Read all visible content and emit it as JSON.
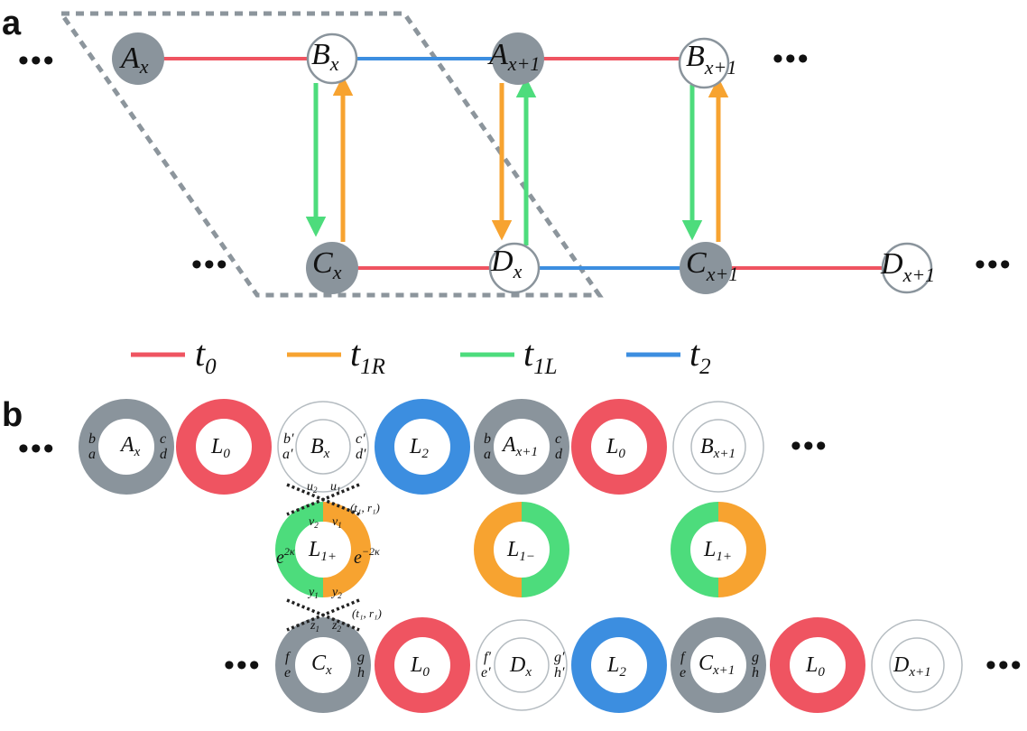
{
  "panels": {
    "a": "a",
    "b": "b"
  },
  "colors": {
    "t0": "#ef5461",
    "t1R": "#f7a330",
    "t1L": "#4ddc7c",
    "t2": "#3c8ee0",
    "node_gray": "#8a949c",
    "dashed": "#8c959c"
  },
  "ellipsis": "•••",
  "legend": [
    {
      "key": "t0",
      "base": "t",
      "sub": "0"
    },
    {
      "key": "t1R",
      "base": "t",
      "sub": "1R"
    },
    {
      "key": "t1L",
      "base": "t",
      "sub": "1L"
    },
    {
      "key": "t2",
      "base": "t",
      "sub": "2"
    }
  ],
  "nodes_a": [
    {
      "id": "Ax",
      "base": "A",
      "sub": "x",
      "fill": "gray"
    },
    {
      "id": "Bx",
      "base": "B",
      "sub": "x",
      "fill": "white"
    },
    {
      "id": "Ax1",
      "base": "A",
      "sub": "x+1",
      "fill": "gray"
    },
    {
      "id": "Bx1",
      "base": "B",
      "sub": "x+1",
      "fill": "white"
    },
    {
      "id": "Cx",
      "base": "C",
      "sub": "x",
      "fill": "gray"
    },
    {
      "id": "Dx",
      "base": "D",
      "sub": "x",
      "fill": "white"
    },
    {
      "id": "Cx1",
      "base": "C",
      "sub": "x+1",
      "fill": "gray"
    },
    {
      "id": "Dx1",
      "base": "D",
      "sub": "x+1",
      "fill": "white"
    }
  ],
  "rings_b_top": [
    {
      "id": "Ax",
      "base": "A",
      "sub": "x",
      "ring": "gray",
      "left": [
        "b",
        "a"
      ],
      "right": [
        "c",
        "d"
      ]
    },
    {
      "id": "L0a",
      "base": "L",
      "sub": "0",
      "ring": "t0"
    },
    {
      "id": "Bx",
      "base": "B",
      "sub": "x",
      "ring": "white",
      "left": [
        "b′",
        "a′"
      ],
      "right": [
        "c′",
        "d′"
      ]
    },
    {
      "id": "L2a",
      "base": "L",
      "sub": "2",
      "ring": "t2"
    },
    {
      "id": "Ax1",
      "base": "A",
      "sub": "x+1",
      "ring": "gray",
      "left": [
        "b",
        "a"
      ],
      "right": [
        "c",
        "d"
      ]
    },
    {
      "id": "L0b",
      "base": "L",
      "sub": "0",
      "ring": "t0"
    },
    {
      "id": "Bx1",
      "base": "B",
      "sub": "x+1",
      "ring": "white"
    }
  ],
  "rings_b_mid": [
    {
      "id": "L1p_a",
      "base": "L",
      "sub": "1+",
      "left_color": "t1L",
      "right_color": "t1R"
    },
    {
      "id": "L1m",
      "base": "L",
      "sub": "1−",
      "left_color": "t1R",
      "right_color": "t1L"
    },
    {
      "id": "L1p_b",
      "base": "L",
      "sub": "1+",
      "left_color": "t1L",
      "right_color": "t1R"
    }
  ],
  "rings_b_bot": [
    {
      "id": "Cx",
      "base": "C",
      "sub": "x",
      "ring": "gray",
      "left": [
        "f",
        "e"
      ],
      "right": [
        "g",
        "h"
      ]
    },
    {
      "id": "L0c",
      "base": "L",
      "sub": "0",
      "ring": "t0"
    },
    {
      "id": "Dx",
      "base": "D",
      "sub": "x",
      "ring": "white",
      "left": [
        "f′",
        "e′"
      ],
      "right": [
        "g′",
        "h′"
      ]
    },
    {
      "id": "L2b",
      "base": "L",
      "sub": "2",
      "ring": "t2"
    },
    {
      "id": "Cx1",
      "base": "C",
      "sub": "x+1",
      "ring": "gray",
      "left": [
        "f",
        "e"
      ],
      "right": [
        "g",
        "h"
      ]
    },
    {
      "id": "L0d",
      "base": "L",
      "sub": "0",
      "ring": "t0"
    },
    {
      "id": "Dx1",
      "base": "D",
      "sub": "x+1",
      "ring": "white"
    }
  ],
  "junction_labels": {
    "u2": {
      "base": "u",
      "sub": "2"
    },
    "u1": {
      "base": "u",
      "sub": "1"
    },
    "v2": {
      "base": "v",
      "sub": "2"
    },
    "v1": {
      "base": "v",
      "sub": "1"
    },
    "y1": {
      "base": "y",
      "sub": "1"
    },
    "y2": {
      "base": "y",
      "sub": "2"
    },
    "z1": {
      "base": "z",
      "sub": "1"
    },
    "z2": {
      "base": "z",
      "sub": "2"
    },
    "tr_top": "(t₁, r₁)",
    "tr_bot": "(t₁, r₁)",
    "e_left": {
      "base": "e",
      "sup": "2κ"
    },
    "e_right": {
      "base": "e",
      "sup": "−2κ"
    }
  }
}
